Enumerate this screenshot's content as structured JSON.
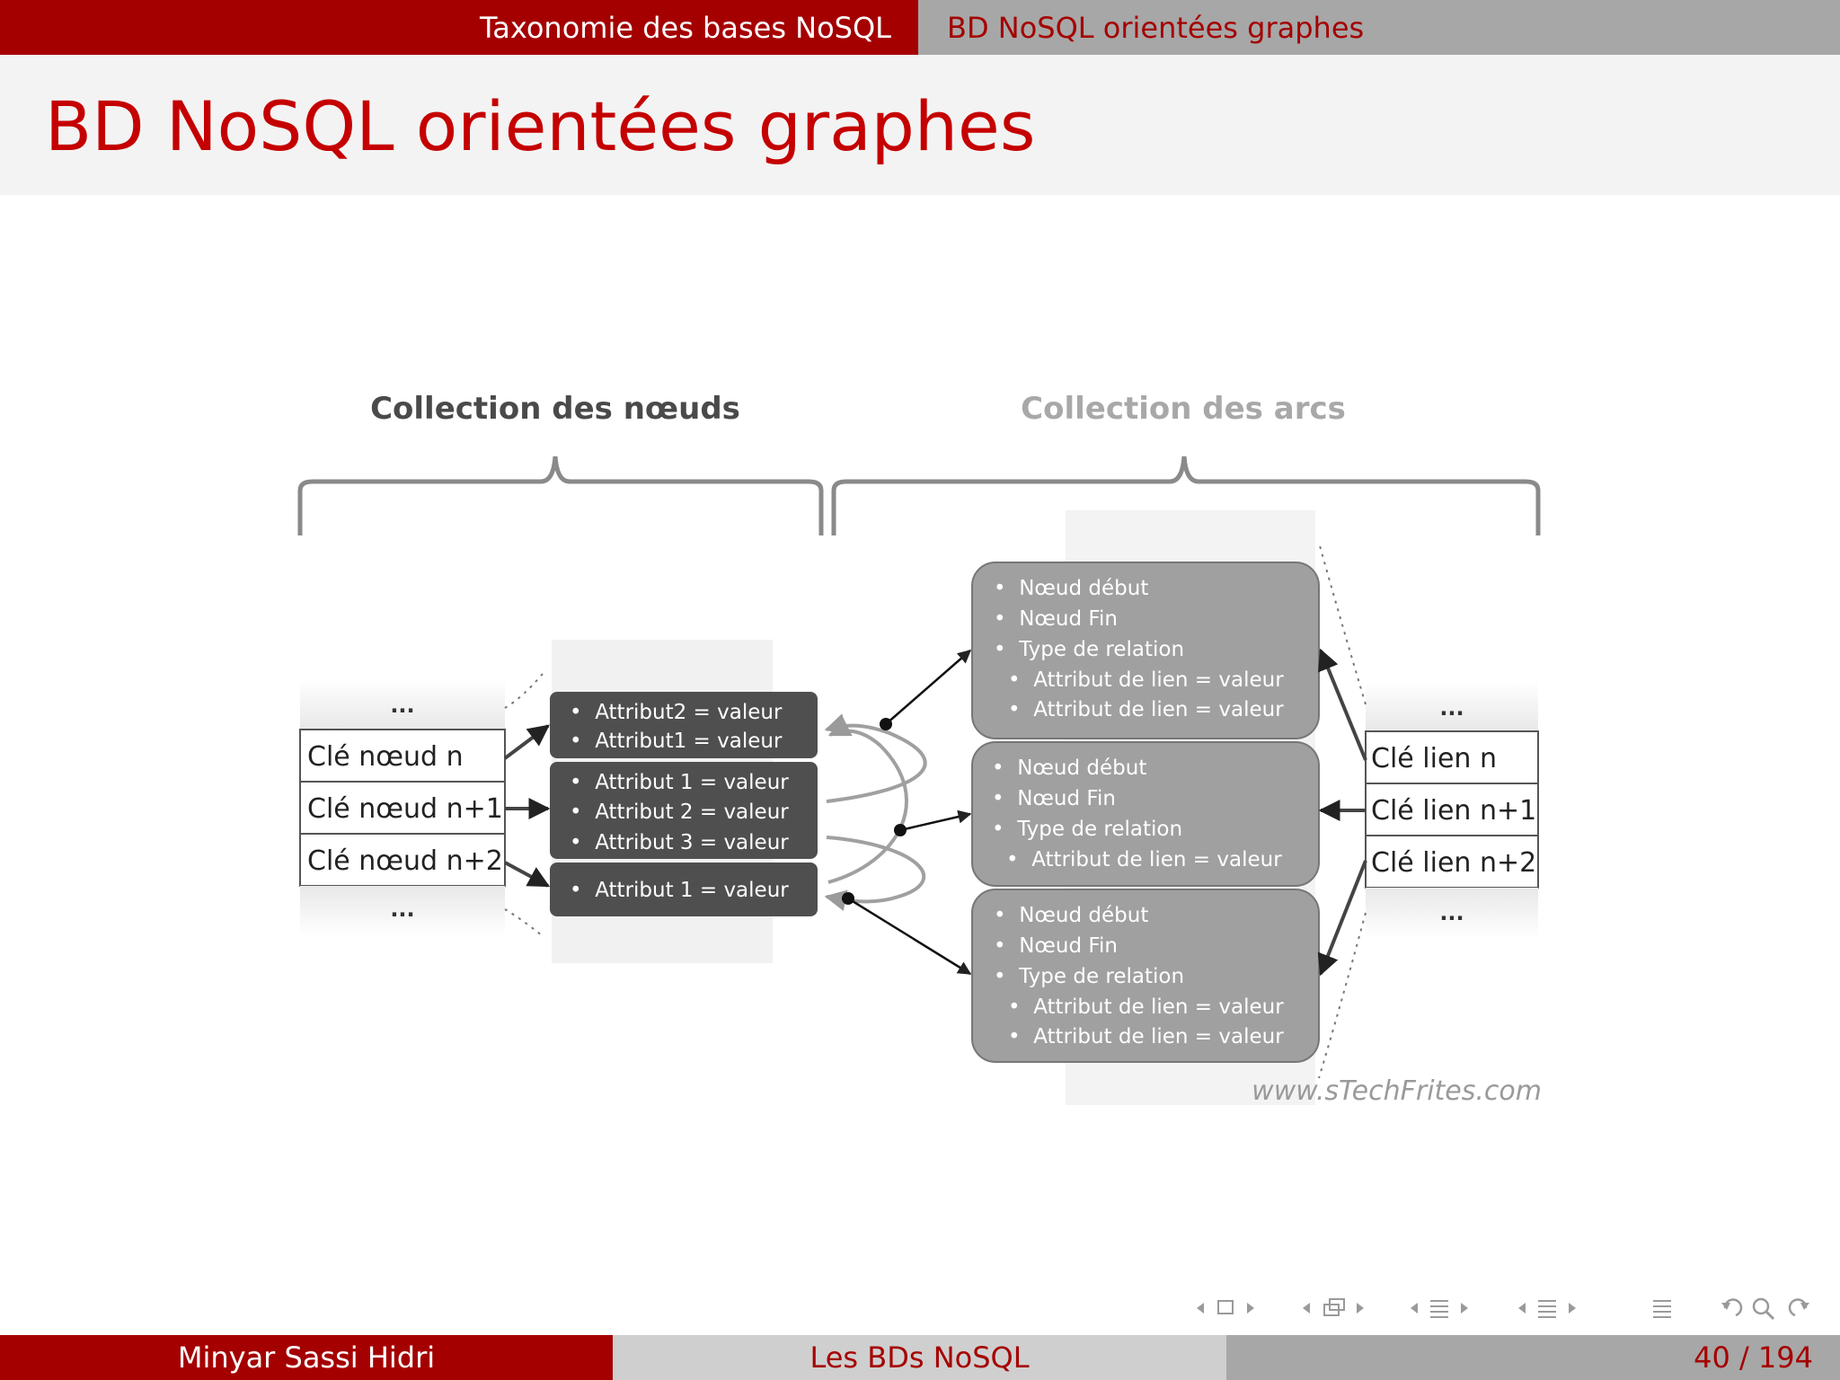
{
  "header": {
    "section_left": "Taxonomie des bases NoSQL",
    "section_right": "BD NoSQL orientées graphes"
  },
  "slide": {
    "title": "BD NoSQL orientées graphes"
  },
  "diagram": {
    "nodes_label": "Collection des nœuds",
    "arcs_label": "Collection des arcs",
    "node_keys": [
      "...",
      "Clé nœud n",
      "Clé nœud n+1",
      "Clé nœud n+2",
      "..."
    ],
    "node_attr_groups": [
      [
        "Attribut2 = valeur",
        "Attribut1 = valeur"
      ],
      [
        "Attribut 1 = valeur",
        "Attribut 2 = valeur",
        "Attribut 3 = valeur"
      ],
      [
        "Attribut 1 = valeur"
      ]
    ],
    "arc_boxes": [
      [
        "Nœud début",
        "Nœud Fin",
        "Type de relation",
        "Attribut de lien = valeur",
        "Attribut de lien = valeur"
      ],
      [
        "Nœud début",
        "Nœud Fin",
        "Type de relation",
        "Attribut de lien = valeur"
      ],
      [
        "Nœud début",
        "Nœud Fin",
        "Type de relation",
        "Attribut de lien = valeur",
        "Attribut de lien = valeur"
      ]
    ],
    "link_keys": [
      "...",
      "Clé lien n",
      "Clé lien n+1",
      "Clé lien n+2",
      "..."
    ],
    "watermark": "www.sTechFrites.com",
    "colors": {
      "dark_box": "#4f4f4f",
      "arc_box": "#a0a0a0",
      "label_dark": "#4a4a4a",
      "label_light": "#a8a8a8"
    }
  },
  "footer": {
    "author": "Minyar Sassi Hidri",
    "title": "Les BDs NoSQL",
    "page": "40 / 194"
  }
}
